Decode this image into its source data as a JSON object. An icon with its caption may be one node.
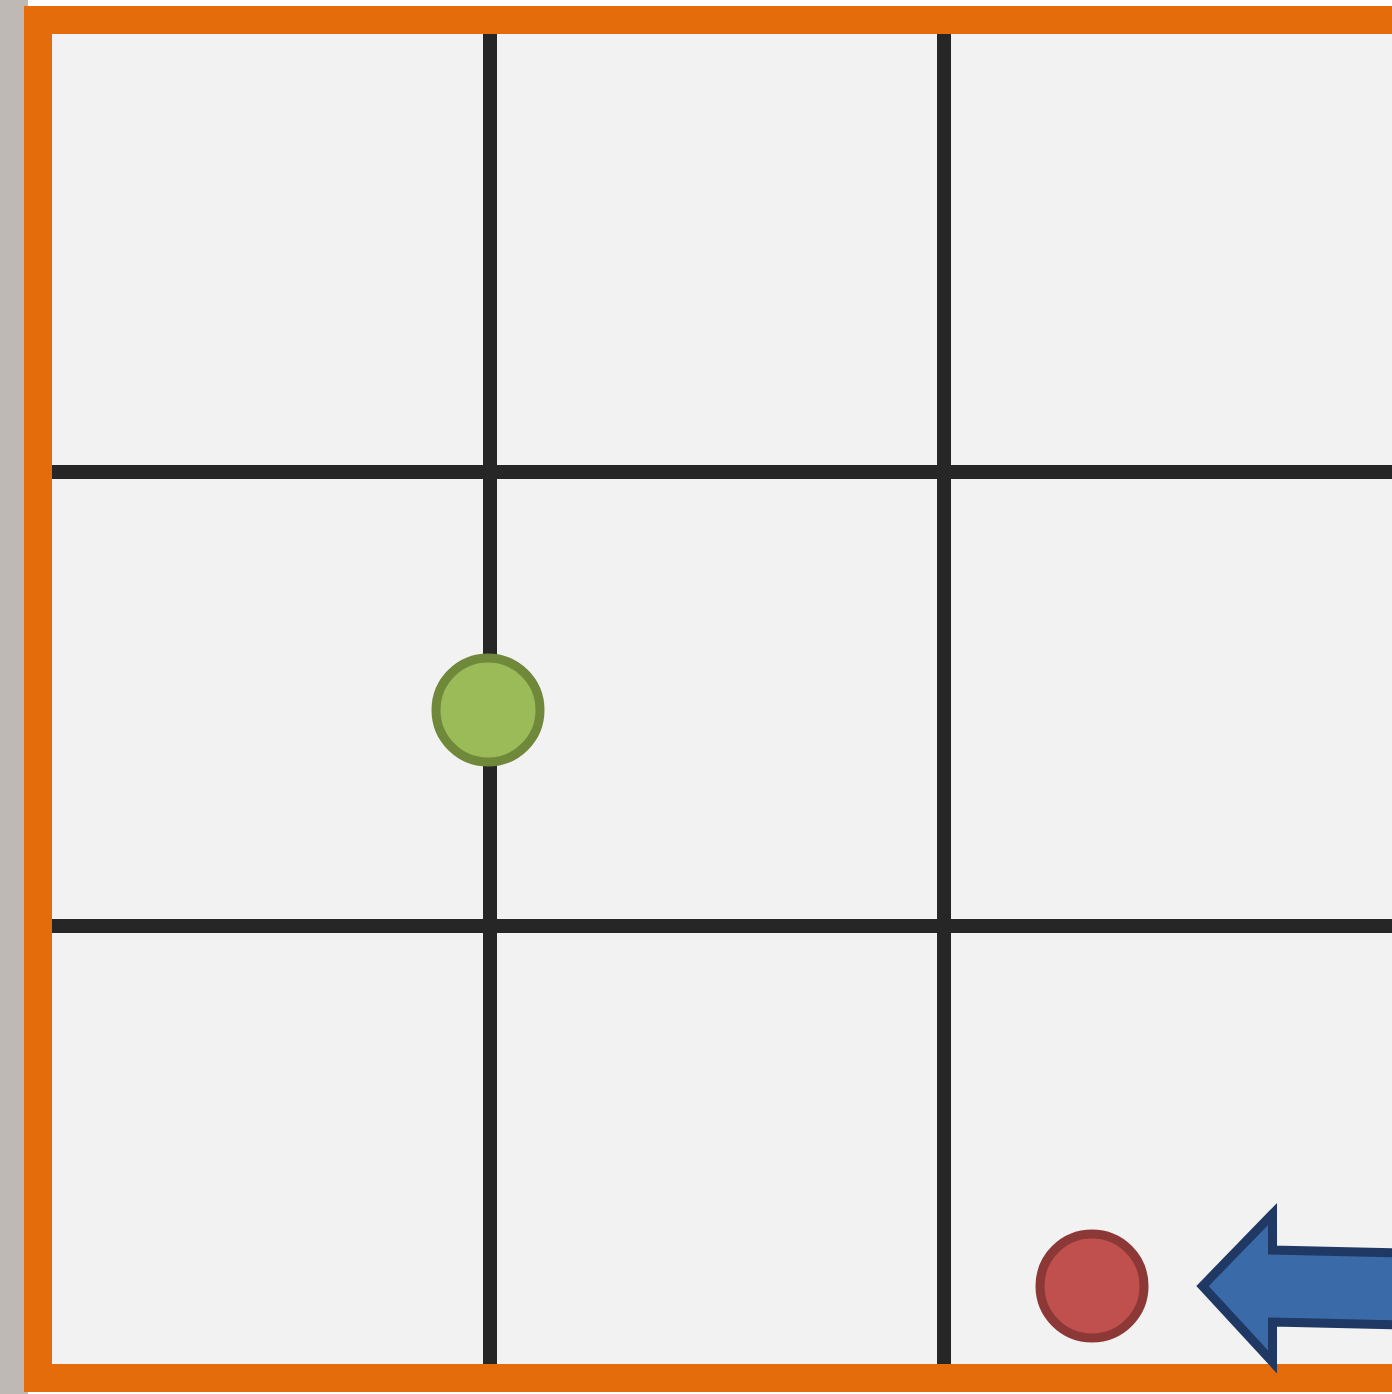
{
  "diagram": {
    "nodes": [
      {
        "text": [],
        "shape": "circle"
      },
      {
        "text": [],
        "shape": "circle"
      }
    ],
    "edges": [
      {
        "from": null,
        "to": 1,
        "arrow": "to"
      }
    ]
  }
}
